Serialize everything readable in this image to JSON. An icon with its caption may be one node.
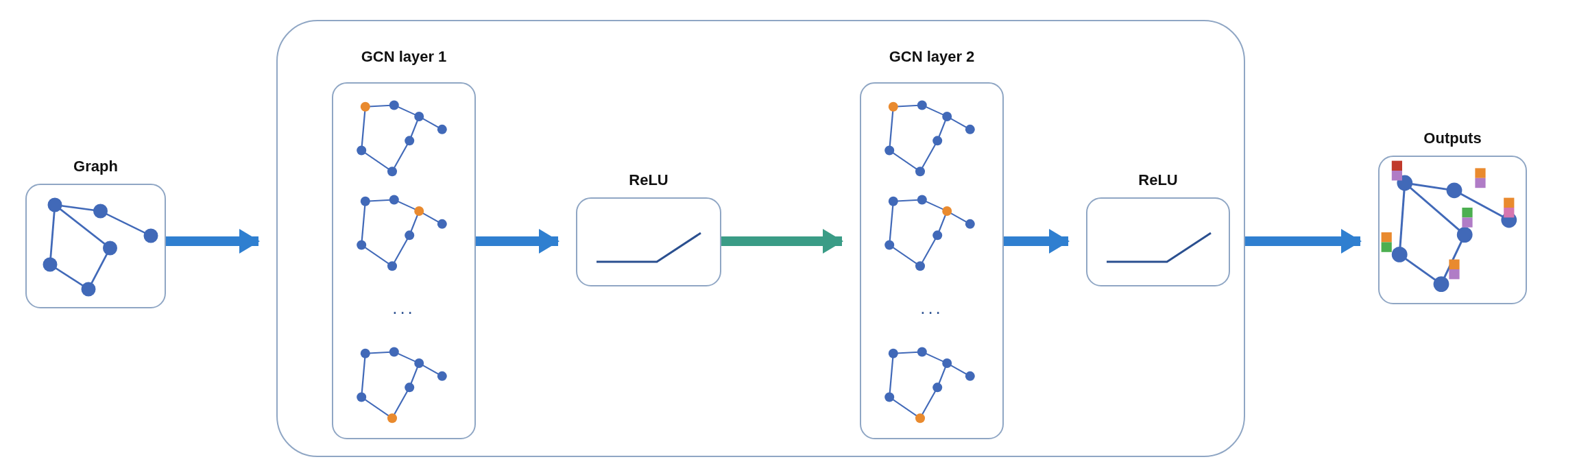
{
  "diagram": {
    "nodes": [
      {
        "text": [
          "Graph"
        ]
      },
      {
        "text": [],
        "shape": "box"
      },
      {
        "text": [
          "GCN layer 1",
          "..."
        ],
        "in": 1
      },
      {
        "text": [
          "ReLU"
        ],
        "in": 1
      },
      {
        "text": [
          "GCN layer 2",
          "..."
        ],
        "in": 1
      },
      {
        "text": [
          "ReLU"
        ],
        "in": 1
      },
      {
        "text": [
          "Outputs"
        ]
      }
    ],
    "edges": [
      {
        "from": 0,
        "to": 1,
        "arrow": "to"
      },
      {
        "from": 2,
        "to": 3,
        "arrow": "to"
      },
      {
        "from": 3,
        "to": 4,
        "arrow": "to",
        "color": "#3a9c86"
      },
      {
        "from": 4,
        "to": 5,
        "arrow": "to"
      },
      {
        "from": 1,
        "to": 6,
        "arrow": "to"
      }
    ]
  }
}
